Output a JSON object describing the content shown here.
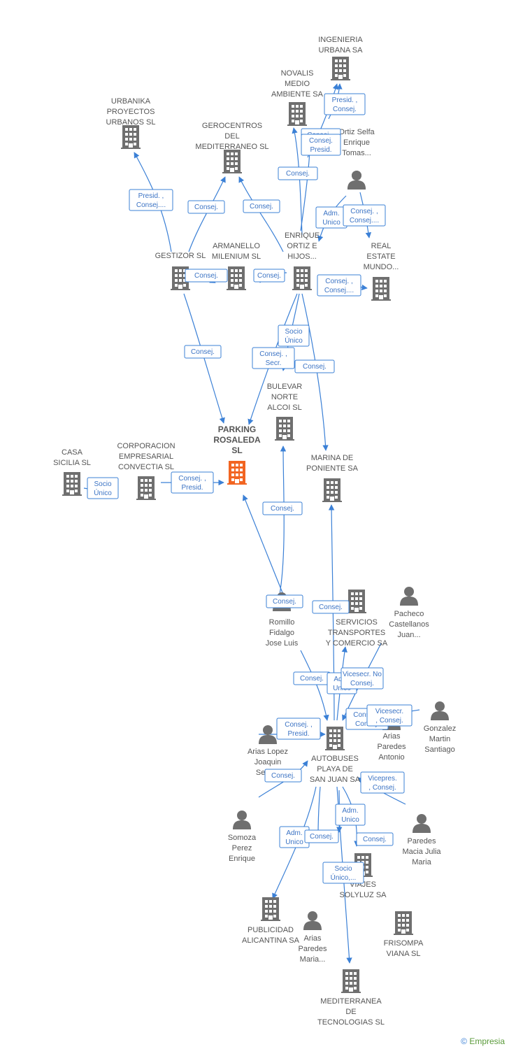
{
  "colors": {
    "company": "#6f6f6f",
    "focus": "#f26522",
    "person": "#6f6f6f",
    "edge": "#3b80d6"
  },
  "footer": {
    "copyright_symbol": "©",
    "brand": "Empresia"
  },
  "nodes": [
    {
      "id": "ingenieria",
      "type": "company",
      "label": [
        "INGENIERIA",
        "URBANA SA"
      ]
    },
    {
      "id": "novalis",
      "type": "company",
      "label": [
        "NOVALIS",
        "MEDIO",
        "AMBIENTE SA"
      ]
    },
    {
      "id": "urbanika",
      "type": "company",
      "label": [
        "URBANIKA",
        "PROYECTOS",
        "URBANOS  SL"
      ]
    },
    {
      "id": "gerocentros",
      "type": "company",
      "label": [
        "GEROCENTROS",
        "DEL",
        "MEDITERRANEO SL"
      ]
    },
    {
      "id": "ortizselfa",
      "type": "person",
      "label": [
        "Ortiz Selfa",
        "Enrique",
        "Tomas..."
      ]
    },
    {
      "id": "person1",
      "type": "person",
      "label": []
    },
    {
      "id": "gestizor",
      "type": "company",
      "label": [
        "GESTIZOR SL"
      ]
    },
    {
      "id": "armanello",
      "type": "company",
      "label": [
        "ARMANELLO",
        "MILENIUM SL"
      ]
    },
    {
      "id": "enrique",
      "type": "company",
      "label": [
        "ENRIQUE",
        "ORTIZ E",
        "HIJOS..."
      ]
    },
    {
      "id": "realestate",
      "type": "company",
      "label": [
        "REAL",
        "ESTATE",
        "MUNDO..."
      ]
    },
    {
      "id": "parking",
      "type": "focus",
      "label": [
        "PARKING",
        "ROSALEDA",
        "SL"
      ]
    },
    {
      "id": "bulevar",
      "type": "company",
      "label": [
        "BULEVAR",
        "NORTE",
        "ALCOI SL"
      ]
    },
    {
      "id": "marina",
      "type": "company",
      "label": [
        "MARINA DE",
        "PONIENTE SA"
      ]
    },
    {
      "id": "casasicilia",
      "type": "company",
      "label": [
        "CASA",
        "SICILIA SL"
      ]
    },
    {
      "id": "corporacion",
      "type": "company",
      "label": [
        "CORPORACION",
        "EMPRESARIAL",
        "CONVECTIA SL"
      ]
    },
    {
      "id": "romillo",
      "type": "person",
      "label": [
        "Romillo",
        "Fidalgo",
        "Jose Luis"
      ]
    },
    {
      "id": "servicios",
      "type": "company",
      "label": [
        "SERVICIOS",
        "TRANSPORTES",
        "Y COMERCIO SA"
      ]
    },
    {
      "id": "pacheco",
      "type": "person",
      "label": [
        "Pacheco",
        "Castellanos",
        "Juan..."
      ]
    },
    {
      "id": "autobuses",
      "type": "company",
      "label": [
        "AUTOBUSES",
        "PLAYA DE",
        "SAN JUAN SA"
      ]
    },
    {
      "id": "ariasjoaquin",
      "type": "person",
      "label": [
        "Arias Lopez",
        "Joaquin",
        "Secu..."
      ]
    },
    {
      "id": "ariasantonio",
      "type": "person",
      "label": [
        "Arias",
        "Paredes",
        "Antonio"
      ]
    },
    {
      "id": "gonzalez",
      "type": "person",
      "label": [
        "Gonzalez",
        "Martin",
        "Santiago"
      ]
    },
    {
      "id": "somoza",
      "type": "person",
      "label": [
        "Somoza",
        "Perez",
        "Enrique"
      ]
    },
    {
      "id": "paredes",
      "type": "person",
      "label": [
        "Paredes",
        "Macia Julia",
        "Maria"
      ]
    },
    {
      "id": "viajes",
      "type": "company",
      "label": [
        "VIAJES",
        "SOLYLUZ SA"
      ]
    },
    {
      "id": "publicidad",
      "type": "company",
      "label": [
        "PUBLICIDAD",
        "ALICANTINA SA"
      ]
    },
    {
      "id": "ariasmaria",
      "type": "person",
      "label": [
        "Arias",
        "Paredes",
        "Maria..."
      ]
    },
    {
      "id": "frisompa",
      "type": "company",
      "label": [
        "FRISOMPA",
        "VIANA SL"
      ]
    },
    {
      "id": "mediterranea",
      "type": "company",
      "label": [
        "MEDITERRANEA",
        "DE",
        "TECNOLOGIAS SL"
      ]
    }
  ],
  "edges": [
    {
      "label": [
        "Presid. ,",
        "Consej."
      ]
    },
    {
      "label": [
        "Consej. ,",
        "Presid."
      ]
    },
    {
      "label": [
        "Consej.",
        "Presid."
      ]
    },
    {
      "label": [
        "Consej."
      ]
    },
    {
      "label": [
        "Presid. ,",
        "Consej...."
      ]
    },
    {
      "label": [
        "Consej."
      ]
    },
    {
      "label": [
        "Consej."
      ]
    },
    {
      "label": [
        "Adm.",
        "Unico"
      ]
    },
    {
      "label": [
        "Consej. ,",
        "Consej...."
      ]
    },
    {
      "label": [
        "Consej."
      ]
    },
    {
      "label": [
        "Consej."
      ]
    },
    {
      "label": [
        "Consej. ,",
        "Consej...."
      ]
    },
    {
      "label": [
        "Consej."
      ]
    },
    {
      "label": [
        "Socio",
        "Único"
      ]
    },
    {
      "label": [
        "Consej. ,",
        "Secr."
      ]
    },
    {
      "label": [
        "Consej."
      ]
    },
    {
      "label": [
        "Socio",
        "Único"
      ]
    },
    {
      "label": [
        "Consej. ,",
        "Presid."
      ]
    },
    {
      "label": [
        "Consej."
      ]
    },
    {
      "label": [
        "Consej."
      ]
    },
    {
      "label": [
        "Consej."
      ]
    },
    {
      "label": [
        "Consej."
      ]
    },
    {
      "label": [
        "Adm.",
        "Unico"
      ]
    },
    {
      "label": [
        "Vicesecr. No",
        "Consej."
      ]
    },
    {
      "label": [
        "Consej. ,",
        "Consej."
      ]
    },
    {
      "label": [
        "Vicesecr.",
        ", Consej."
      ]
    },
    {
      "label": [
        "Consej. ,",
        "Presid."
      ]
    },
    {
      "label": [
        "Consej."
      ]
    },
    {
      "label": [
        "Vicepres.",
        ", Consej."
      ]
    },
    {
      "label": [
        "Adm.",
        "Unico"
      ]
    },
    {
      "label": [
        "Adm.",
        "Unico"
      ]
    },
    {
      "label": [
        "Consej."
      ]
    },
    {
      "label": [
        "Consej."
      ]
    },
    {
      "label": [
        "Socio",
        "Único,..."
      ]
    }
  ]
}
